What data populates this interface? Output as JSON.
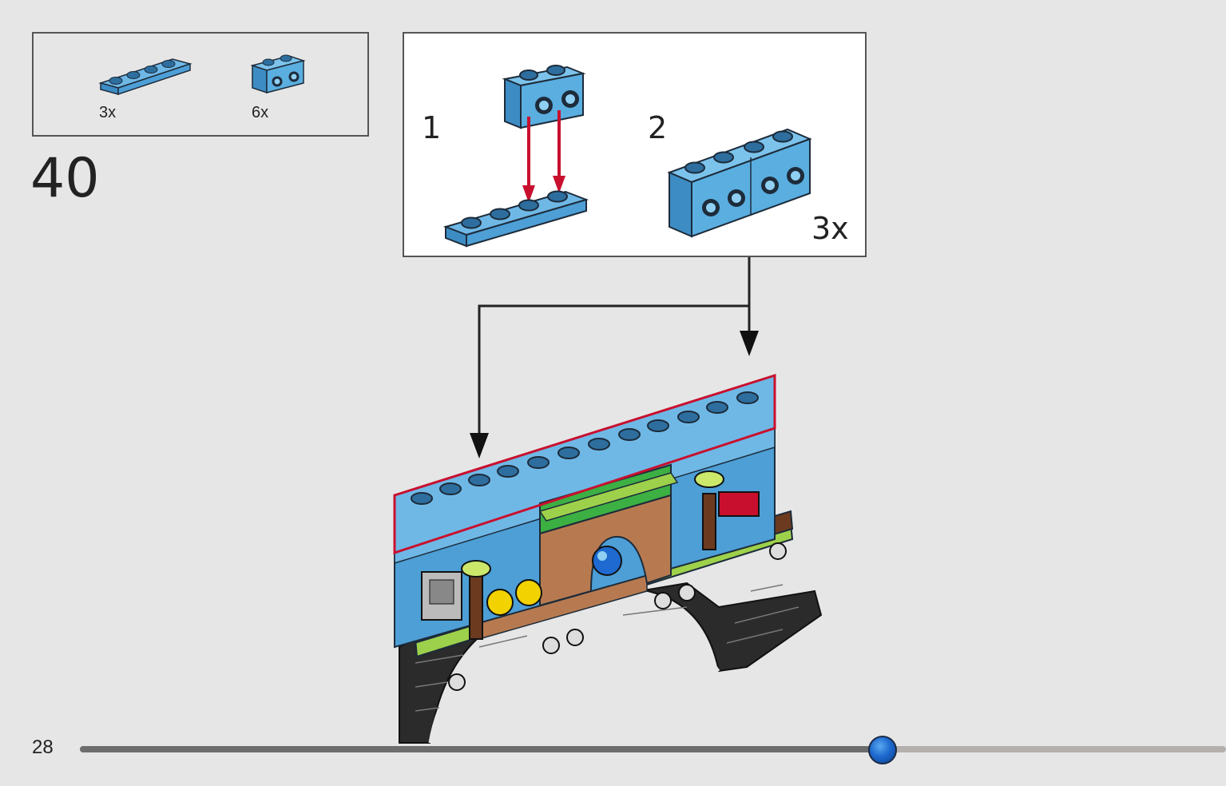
{
  "parts_box": {
    "items": [
      {
        "qty": "3x",
        "icon": "blue-plate-1x4-icon"
      },
      {
        "qty": "6x",
        "icon": "blue-brick-1x2-studs-side-icon"
      }
    ]
  },
  "step": {
    "number": "40"
  },
  "sub_assembly": {
    "steps": [
      {
        "number": "1"
      },
      {
        "number": "2",
        "qty": "3x"
      }
    ]
  },
  "footer": {
    "page_number": "28",
    "progress": 0.7
  },
  "colors": {
    "medium_azure": "#4d9fd6",
    "stud_dark": "#1d2b3a",
    "arrow_red": "#c8102e",
    "highlight_red": "#c8102e",
    "bright_green": "#3cb043",
    "lime": "#9ed14b",
    "brown": "#6b3a1f",
    "tan_brown": "#b77a50",
    "dark_stone": "#2b2b2b",
    "yellow": "#f2d200",
    "progress_knob": "#1e6ad0"
  }
}
